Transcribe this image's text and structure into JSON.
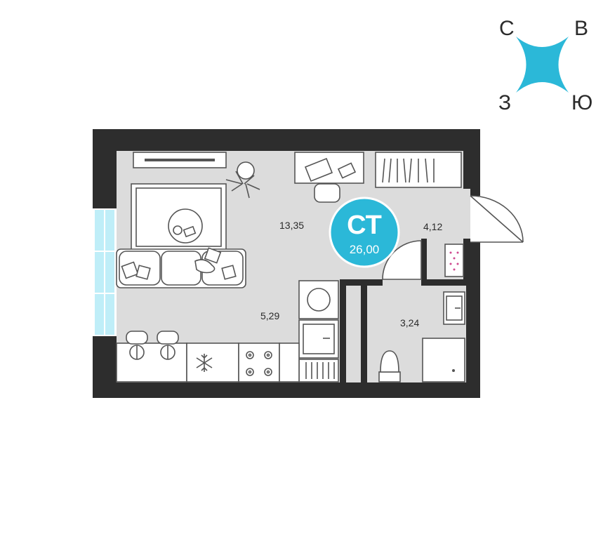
{
  "compass": {
    "north": "С",
    "east": "В",
    "west": "З",
    "south": "Ю",
    "color": "#2bb8d8"
  },
  "badge": {
    "type": "СТ",
    "area": "26,00",
    "color": "#2bb8d8"
  },
  "rooms": {
    "living": "13,35",
    "hall": "4,12",
    "kitchen": "5,29",
    "bathroom": "3,24"
  },
  "colors": {
    "wall": "#2d2d2d",
    "floor": "#dcdcdc",
    "window": "#bfeef8"
  }
}
